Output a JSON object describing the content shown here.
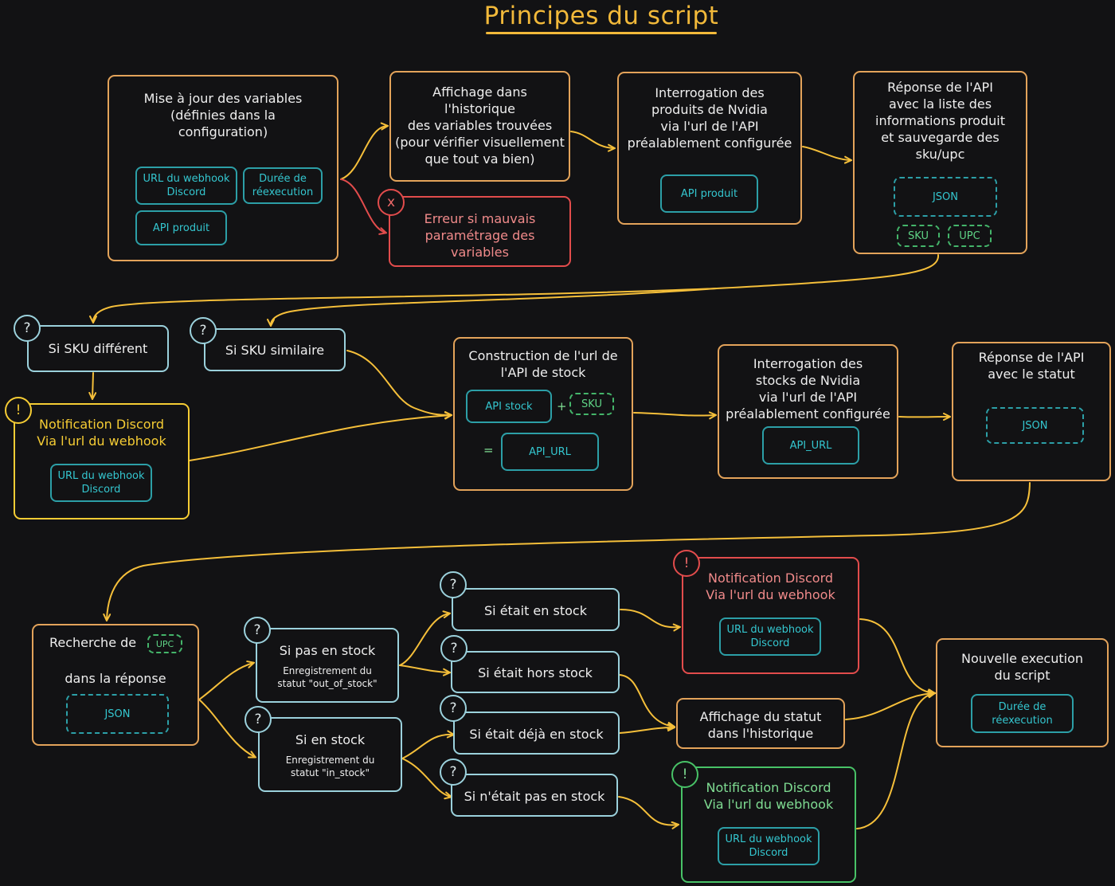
{
  "title": "Principes du script",
  "colors": {
    "orange": "#e3a35a",
    "wire": "#f5bf3a",
    "red": "#e24c4c",
    "yellow": "#f5cc34",
    "green": "#48c267",
    "teal": "#2c9fa7",
    "background": "#121214"
  },
  "row1": {
    "update_vars": {
      "text": "Mise à jour des variables\n(définies dans la\nconfiguration)",
      "chip_webhook": "URL du webhook\nDiscord",
      "chip_delay": "Durée de\nréexecution",
      "chip_api": "API produit"
    },
    "display_vars": {
      "text": "Affichage dans\nl'historique\ndes variables trouvées\n(pour vérifier visuellement\nque tout va bien)"
    },
    "error": {
      "badge": "x",
      "text": "Erreur si mauvais\nparamétrage des\nvariables"
    },
    "query_products": {
      "text": "Interrogation des\nproduits de Nvidia\nvia l'url de l'API\npréalablement configurée",
      "chip_api": "API produit"
    },
    "api_response": {
      "text": "Réponse de l'API\navec la liste des\ninformations produit\net sauvegarde des\nsku/upc",
      "chip_json": "JSON",
      "chip_sku": "SKU",
      "chip_upc": "UPC"
    }
  },
  "row2": {
    "sku_diff": {
      "badge": "?",
      "text": "Si SKU différent"
    },
    "sku_same": {
      "badge": "?",
      "text": "Si SKU similaire"
    },
    "notify": {
      "badge": "!",
      "text": "Notification Discord\nVia l'url du webhook",
      "chip": "URL du webhook\nDiscord"
    },
    "build_url": {
      "text": "Construction de l'url de\nl'API de stock",
      "chip_api": "API stock",
      "plus": "+",
      "chip_sku": "SKU",
      "equals": "=",
      "chip_url": "API_URL"
    },
    "query_stock": {
      "text": "Interrogation des\nstocks de Nvidia\nvia l'url de l'API\npréalablement configurée",
      "chip": "API_URL"
    },
    "status_response": {
      "text": "Réponse de l'API\navec le statut",
      "chip": "JSON"
    }
  },
  "row3": {
    "search_upc": {
      "text_a": "Recherche de",
      "chip_upc": "UPC",
      "text_b": "dans la réponse",
      "chip_json": "JSON"
    },
    "not_in_stock": {
      "badge": "?",
      "title": "Si pas en stock",
      "sub": "Enregistrement du\nstatut \"out_of_stock\""
    },
    "in_stock": {
      "badge": "?",
      "title": "Si en stock",
      "sub": "Enregistrement du\nstatut \"in_stock\""
    },
    "was_in": {
      "badge": "?",
      "text": "Si était en stock"
    },
    "was_out": {
      "badge": "?",
      "text": "Si était hors stock"
    },
    "was_already_in": {
      "badge": "?",
      "text": "Si était déjà en stock"
    },
    "was_not_in": {
      "badge": "?",
      "text": "Si n'était pas en stock"
    },
    "notify_red": {
      "badge": "!",
      "text": "Notification Discord\nVia l'url du webhook",
      "chip": "URL du webhook\nDiscord"
    },
    "status_history": {
      "text": "Affichage du statut\ndans l'historique"
    },
    "notify_green": {
      "badge": "!",
      "text": "Notification Discord\nVia l'url du webhook",
      "chip": "URL du webhook\nDiscord"
    },
    "new_exec": {
      "text": "Nouvelle execution\ndu script",
      "chip": "Durée de\nréexecution"
    }
  }
}
